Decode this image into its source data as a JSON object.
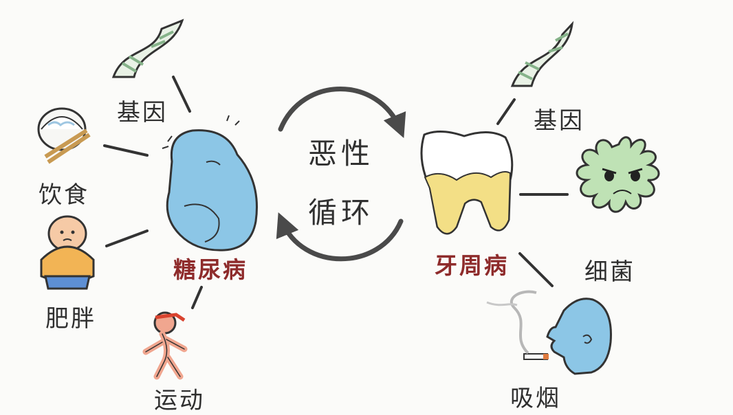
{
  "center": {
    "line1": "恶性",
    "line2": "循环"
  },
  "diabetes": {
    "label": "糖尿病",
    "factors": {
      "gene": "基因",
      "diet": "饮食",
      "obesity": "肥胖",
      "exercise": "运动"
    }
  },
  "periodontitis": {
    "label": "牙周病",
    "factors": {
      "gene": "基因",
      "bacteria": "细菌",
      "smoking": "吸烟"
    }
  },
  "colors": {
    "disease_label": "#8e2b2b",
    "body_blue": "#8cc6e6",
    "plaque_yellow": "#f3df86",
    "bacteria_green": "#bfe2b5",
    "dna_green": "#86b38a",
    "arrow": "#4a4a4a"
  }
}
